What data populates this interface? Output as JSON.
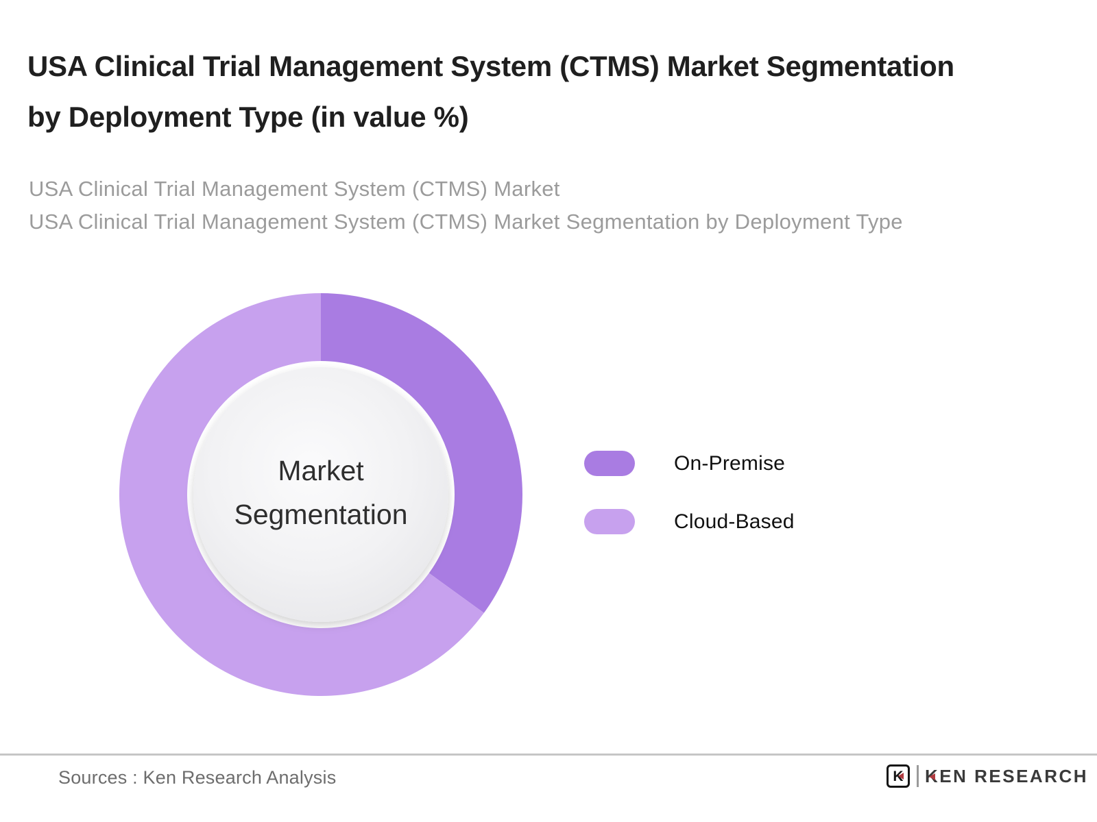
{
  "header": {
    "title": "USA Clinical Trial Management System (CTMS) Market Segmentation by Deployment Type (in value %)",
    "subtitle_line1": "USA Clinical Trial Management System (CTMS) Market",
    "subtitle_line2": "USA Clinical Trial Management System (CTMS) Market Segmentation by Deployment Type"
  },
  "chart": {
    "center_label": "Market Segmentation",
    "legend": [
      {
        "label": "On-Premise",
        "color": "#a97ce2"
      },
      {
        "label": "Cloud-Based",
        "color": "#c7a1ee"
      }
    ]
  },
  "chart_data": {
    "type": "pie",
    "variant": "donut",
    "title": "USA Clinical Trial Management System (CTMS) Market Segmentation by Deployment Type (in value %)",
    "categories": [
      "On-Premise",
      "Cloud-Based"
    ],
    "values": [
      35,
      65
    ],
    "unit": "value %",
    "colors": [
      "#a97ce2",
      "#c7a1ee"
    ],
    "center_label": "Market Segmentation",
    "legend_position": "right",
    "data_labels": false,
    "start_angle_deg": 0,
    "direction": "clockwise"
  },
  "footer": {
    "sources": "Sources : Ken Research Analysis",
    "logo_mark": "K",
    "logo_text": "KEN RESEARCH"
  }
}
